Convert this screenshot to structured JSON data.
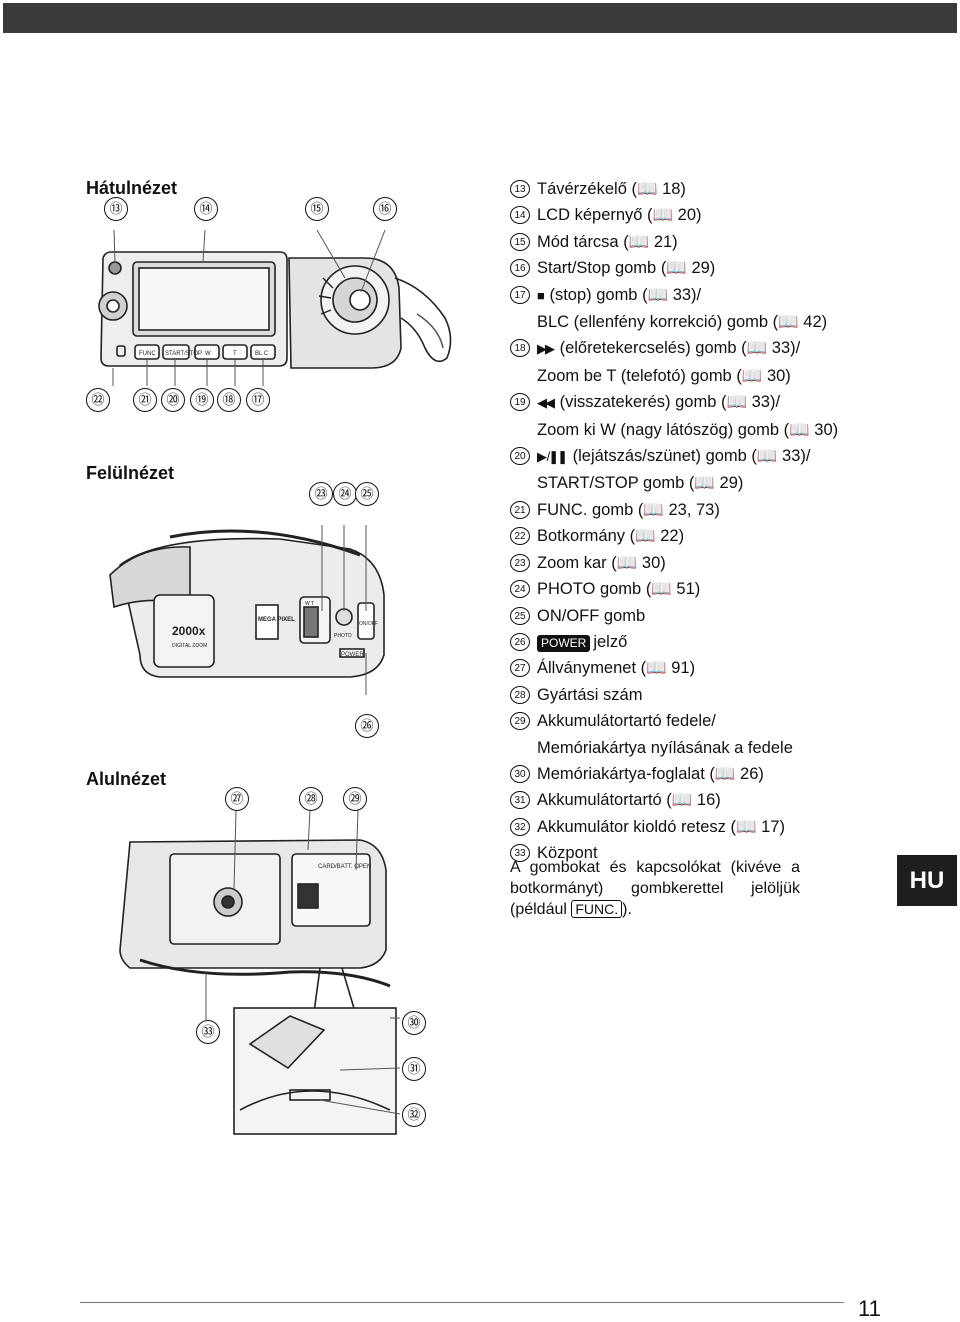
{
  "headings": {
    "rear": "Hátulnézet",
    "top": "Felülnézet",
    "bottom": "Alulnézet"
  },
  "callouts": {
    "c13": "⑬",
    "c14": "⑭",
    "c15": "⑮",
    "c16": "⑯",
    "c17": "⑰",
    "c18": "⑱",
    "c19": "⑲",
    "c20": "⑳",
    "c21": "㉑",
    "c22": "㉒",
    "c23": "㉓",
    "c24": "㉔",
    "c25": "㉕",
    "c26": "㉖",
    "c27": "㉗",
    "c28": "㉘",
    "c29": "㉙",
    "c30": "㉚",
    "c31": "㉛",
    "c32": "㉜",
    "c33": "㉝"
  },
  "camera_labels": {
    "func": "FUNC",
    "play": "START/STOP",
    "w": "W",
    "t": "T",
    "blc": "BL C",
    "model": "2000x",
    "digital_zoom": "DIGITAL ZOOM",
    "mega_pixel": "MEGA PIXEL",
    "photo": "PHOTO",
    "onoff": "ON/OFF",
    "power": "POWER",
    "wt": "W T",
    "card_batt": "CARD/BATT. OPEN"
  },
  "items": [
    {
      "num": "13",
      "line1": "Távérzékelő (📖 18)"
    },
    {
      "num": "14",
      "line1": "LCD képernyő (📖 20)"
    },
    {
      "num": "15",
      "line1": "Mód tárcsa (📖 21)"
    },
    {
      "num": "16",
      "line1": "Start/Stop gomb (📖 29)"
    },
    {
      "num": "17",
      "icon": "■",
      "line1": "(stop) gomb (📖 33)/",
      "line2": "BLC (ellenfény korrekció) gomb (📖 42)"
    },
    {
      "num": "18",
      "icon": "▶▶",
      "line1": "(előretekercselés) gomb (📖 33)/",
      "line2": "Zoom be T (telefotó) gomb (📖 30)"
    },
    {
      "num": "19",
      "icon": "◀◀",
      "line1": "(visszatekerés) gomb (📖 33)/",
      "line2": "Zoom ki W (nagy látószög) gomb (📖 30)"
    },
    {
      "num": "20",
      "icon": "▶ /❚❚",
      "line1": "(lejátszás/szünet) gomb (📖 33)/",
      "line2": "START/STOP gomb (📖 29)"
    },
    {
      "num": "21",
      "line1": "FUNC. gomb (📖 23, 73)"
    },
    {
      "num": "22",
      "line1": "Botkormány (📖 22)"
    },
    {
      "num": "23",
      "line1": "Zoom kar (📖 30)"
    },
    {
      "num": "24",
      "line1": "PHOTO gomb (📖 51)"
    },
    {
      "num": "25",
      "line1": "ON/OFF gomb"
    },
    {
      "num": "26",
      "badge": "POWER",
      "line1": "jelző"
    },
    {
      "num": "27",
      "line1": "Állványmenet (📖 91)"
    },
    {
      "num": "28",
      "line1": "Gyártási szám"
    },
    {
      "num": "29",
      "line1": "Akkumulátortartó fedele/",
      "line2": "Memóriakártya nyílásának a fedele"
    },
    {
      "num": "30",
      "line1": "Memóriakártya-foglalat (📖 26)"
    },
    {
      "num": "31",
      "line1": "Akkumulátortartó (📖 16)"
    },
    {
      "num": "32",
      "line1": "Akkumulátor kioldó retesz (📖 17)"
    },
    {
      "num": "33",
      "line1": "Központ"
    }
  ],
  "note": {
    "before": "A gombokat és kapcsolókat (kivéve a botkormányt) gombkerettel jelöljük (például ",
    "key": "FUNC.",
    "after": ")."
  },
  "side_tab": "HU",
  "page_number": "11"
}
